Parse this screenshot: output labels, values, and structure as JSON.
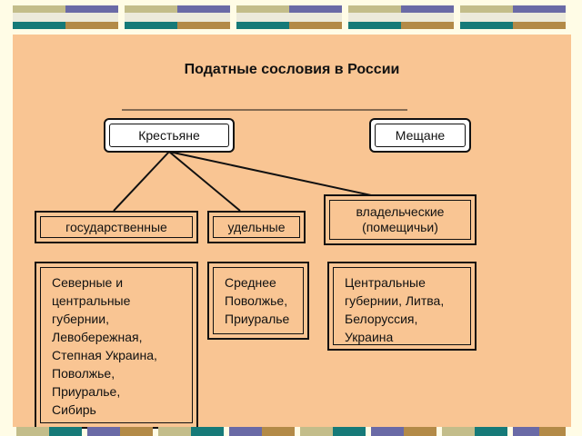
{
  "title": "Податные сословия в России",
  "nodes": {
    "peasants": "Крестьяне",
    "townsfolk": "Мещане",
    "state": "государственные",
    "appanage": "удельные",
    "owned": [
      "владельческие",
      "(помещичьи)"
    ]
  },
  "regions": {
    "state": [
      "Северные и",
      "центральные",
      "губернии,",
      "Левобережная,",
      "Степная Украина,",
      "Поволжье,",
      "Приуралье,",
      "Сибирь"
    ],
    "appanage": [
      "Среднее",
      "Поволжье,",
      "Приуралье"
    ],
    "owned": [
      "Центральные",
      "губернии, Литва,",
      "Белоруссия,",
      "Украина"
    ]
  },
  "colors": {
    "page_bg": "#fffce6",
    "panel_bg": "#f9c593",
    "box_border": "#111111",
    "deco_purple": "#6a6aa6",
    "deco_teal": "#167a78",
    "deco_khaki": "#c3bd8a",
    "deco_tan": "#b38a47"
  }
}
